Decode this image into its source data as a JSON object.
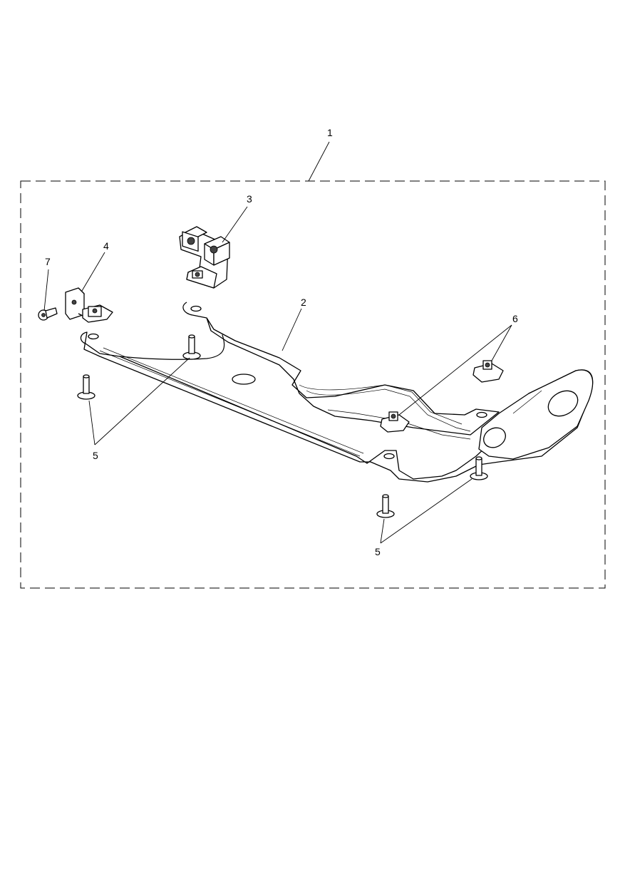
{
  "callouts": {
    "c1": "1",
    "c2": "2",
    "c3": "3",
    "c4": "4",
    "c5_left": "5",
    "c5_right": "5",
    "c6": "6",
    "c7": "7"
  },
  "colors": {
    "line": "#000000",
    "background": "#ffffff"
  },
  "icons": {
    "kit_boundary": "dashed-rectangle",
    "bolt": "flanged-bolt-icon",
    "clip_nut": "clip-nut-icon"
  }
}
